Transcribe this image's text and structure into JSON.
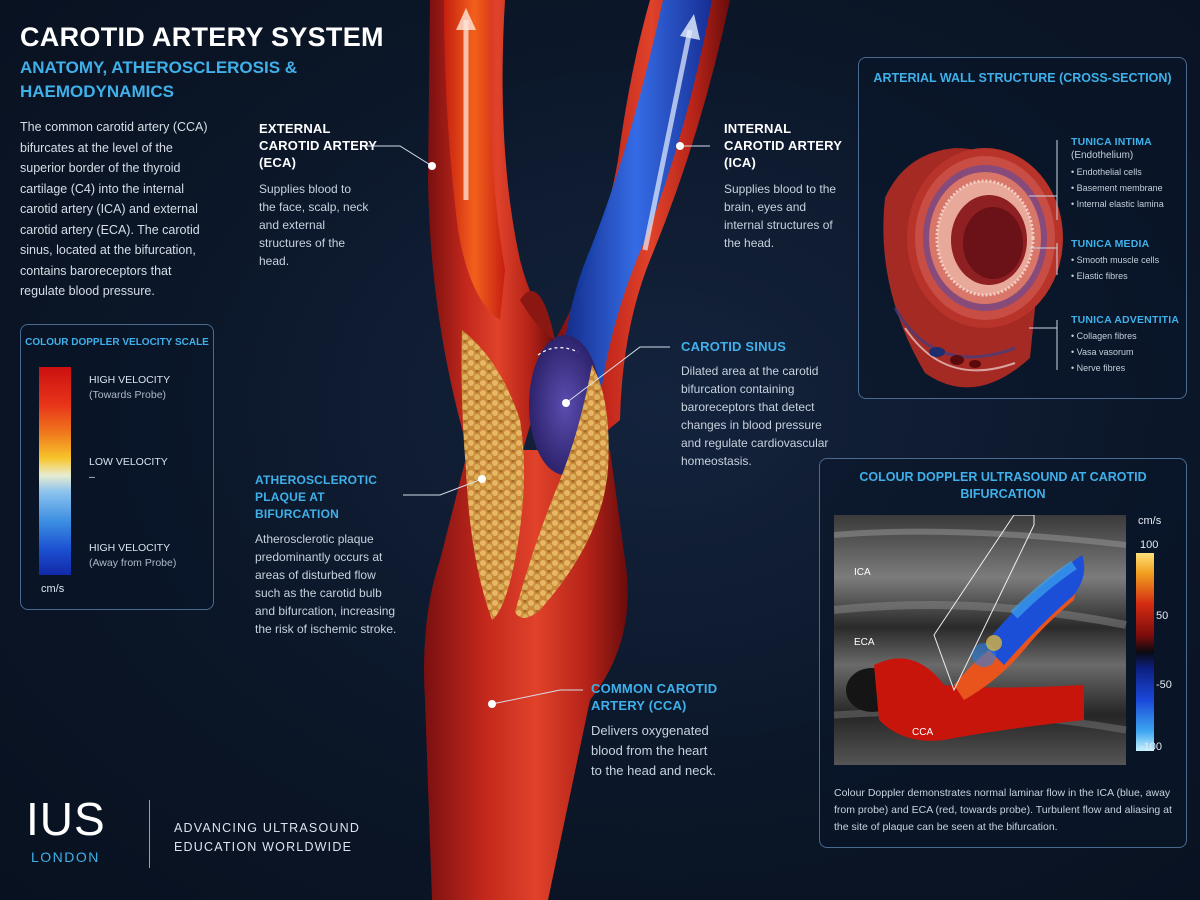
{
  "header": {
    "title": "CAROTID ARTERY SYSTEM",
    "subtitle": "ANATOMY, ATHEROSCLEROSIS & HAEMODYNAMICS",
    "intro": "The common carotid artery (CCA) bifurcates at the level of the superior border of the thyroid cartilage (C4) into the internal carotid artery (ICA) and external carotid artery (ECA). The carotid sinus, located at the bifurcation, contains baroreceptors that regulate blood pressure."
  },
  "velocity_scale": {
    "title": "COLOUR DOPPLER VELOCITY SCALE",
    "high_towards": "HIGH VELOCITY",
    "high_towards_sub": "(Towards Probe)",
    "low": "LOW VELOCITY",
    "low_sub": "–",
    "high_away": "HIGH VELOCITY",
    "high_away_sub": "(Away from Probe)",
    "unit": "cm/s"
  },
  "labels": {
    "eca": {
      "title": "EXTERNAL CAROTID ARTERY (ECA)",
      "desc": "Supplies blood to the face, scalp, neck and external structures of the head."
    },
    "ica": {
      "title": "INTERNAL CAROTID ARTERY (ICA)",
      "desc": "Supplies blood to the brain, eyes and internal structures of the head."
    },
    "sinus": {
      "title": "CAROTID SINUS",
      "desc": "Dilated area at the carotid bifurcation containing baroreceptors that detect changes in blood pressure and regulate cardiovascular homeostasis."
    },
    "plaque": {
      "title": "ATHEROSCLEROTIC PLAQUE AT BIFURCATION",
      "desc": "Atherosclerotic plaque predominantly occurs at areas of disturbed flow such as the carotid bulb and bifurcation, increasing the risk of ischemic stroke."
    },
    "cca": {
      "title": "COMMON CAROTID ARTERY (CCA)",
      "desc": "Delivers oxygenated blood from the heart to the head and neck."
    }
  },
  "wall_structure": {
    "title": "ARTERIAL WALL STRUCTURE (CROSS-SECTION)",
    "layers": [
      {
        "name": "TUNICA INTIMA",
        "sub": "(Endothelium)",
        "items": [
          "• Endothelial cells",
          "• Basement membrane",
          "• Internal elastic lamina"
        ]
      },
      {
        "name": "TUNICA MEDIA",
        "sub": "",
        "items": [
          "• Smooth muscle cells",
          "• Elastic fibres"
        ]
      },
      {
        "name": "TUNICA ADVENTITIA",
        "sub": "",
        "items": [
          "• Collagen fibres",
          "• Vasa vasorum",
          "• Nerve fibres"
        ]
      }
    ]
  },
  "doppler": {
    "title": "COLOUR DOPPLER ULTRASOUND AT CAROTID BIFURCATION",
    "unit": "cm/s",
    "ticks": [
      "100",
      "50",
      "-50",
      "-100"
    ],
    "image_labels": [
      "ICA",
      "ECA",
      "CCA"
    ],
    "caption": "Colour Doppler demonstrates normal laminar flow in the ICA (blue, away from probe) and ECA (red, towards probe). Turbulent flow and aliasing at the site of plaque can be seen at the bifurcation."
  },
  "logo": {
    "name": "IUS",
    "city": "LONDON",
    "tagline_1": "ADVANCING ULTRASOUND",
    "tagline_2": "EDUCATION WORLDWIDE"
  },
  "colors": {
    "accent": "#3fb0ea",
    "background": "#0b1628",
    "artery_red": "#c0281e",
    "ica_blue": "#1f4fd6",
    "plaque_yellow": "#d9a24a"
  }
}
